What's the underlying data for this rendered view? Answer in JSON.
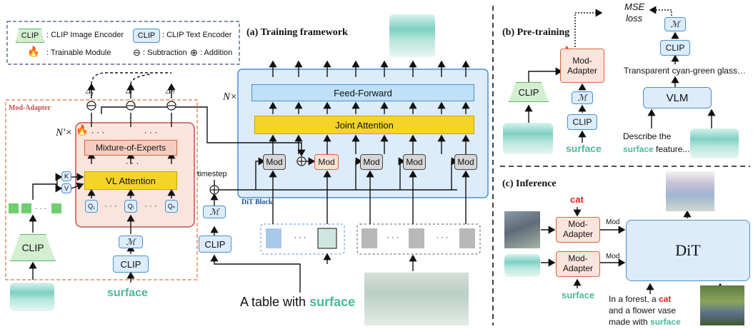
{
  "legend": {
    "clip_badge": "CLIP",
    "clip_image_encoder": ": CLIP Image Encoder",
    "clip_text_encoder": ": CLIP Text Encoder",
    "trainable_module": ": Trainable Module",
    "subtraction": ": Subtraction",
    "addition": ": Addition"
  },
  "panel_a": {
    "title": "(a) Training framework",
    "mod_adapter_title": "Mod-Adapter",
    "n_prime": "N′×",
    "n": "N×",
    "dit_block": "DiT Block",
    "moe": "Mixture-of-Experts",
    "vl_attention": "VL Attention",
    "feed_forward": "Feed-Forward",
    "joint_attention": "Joint Attention",
    "timestep": "timestep",
    "clip": "CLIP",
    "m": "ℳ",
    "mod": "Mod",
    "k": "K",
    "v": "V",
    "q1": "Q₁",
    "qi": "Qᵢ",
    "qn": "Qₙ",
    "d1": "Δ₁",
    "di": "Δᵢ",
    "dn": "Δₙ",
    "surface": "surface",
    "prompt_prefix": "A table with",
    "prompt_word": "surface",
    "dots": "· · ·"
  },
  "panel_b": {
    "title": "(b) Pre-training",
    "mse": "MSE",
    "loss": "loss",
    "mod_adapter": "Mod-Adapter",
    "clip": "CLIP",
    "m": "ℳ",
    "surface": "surface",
    "vlm": "VLM",
    "caption": "Transparent cyan-green glass…",
    "describe_1": "Describe the",
    "describe_2": "surface",
    "describe_3": "feature..."
  },
  "panel_c": {
    "title": "(c) Inference",
    "cat": "cat",
    "mod": "Mod",
    "mod_adapter": "Mod-Adapter",
    "surface": "surface",
    "dit": "DiT",
    "prompt_1": "In a forest, a",
    "prompt_cat": "cat",
    "prompt_2": "and a flower vase",
    "prompt_3": "made with",
    "prompt_surface": "surface"
  },
  "colors": {
    "teal": "#4bb89a",
    "red": "#e0201a",
    "orange": "#e0703c",
    "yellow": "#f5d428",
    "blue_panel": "#dcecfb",
    "pink_panel": "#fbe4dc"
  }
}
